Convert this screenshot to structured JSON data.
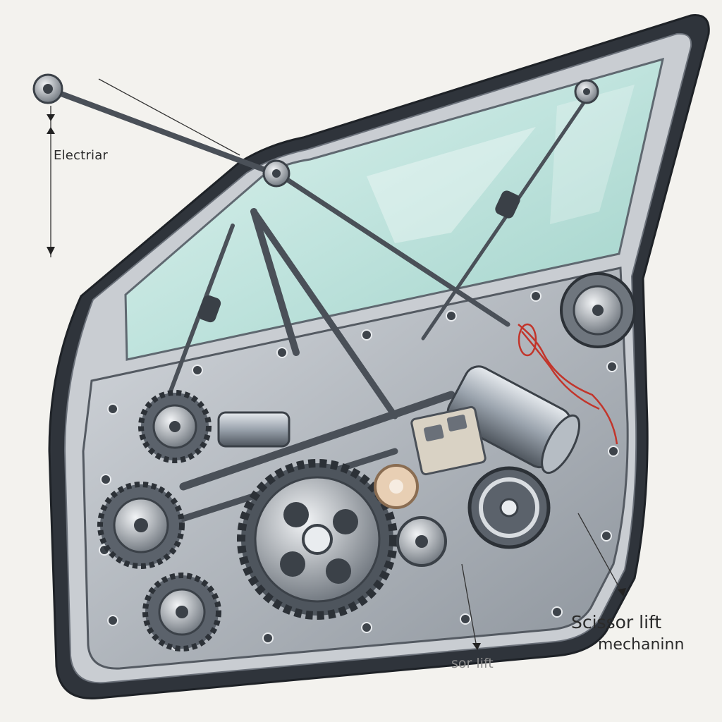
{
  "labels": {
    "electric": "Electriar",
    "scissor_line1": "Scissor lift",
    "scissor_line2": "mechaninn",
    "sor_lift": "sor lift"
  },
  "colors": {
    "background": "#f3f2ee",
    "glass": "#bfe3dd",
    "door_frame": "#3a3f47",
    "panel": "#b9bec6",
    "wire": "#c2352b",
    "motor": "#9aa3ad",
    "gear": "#5b626b"
  }
}
